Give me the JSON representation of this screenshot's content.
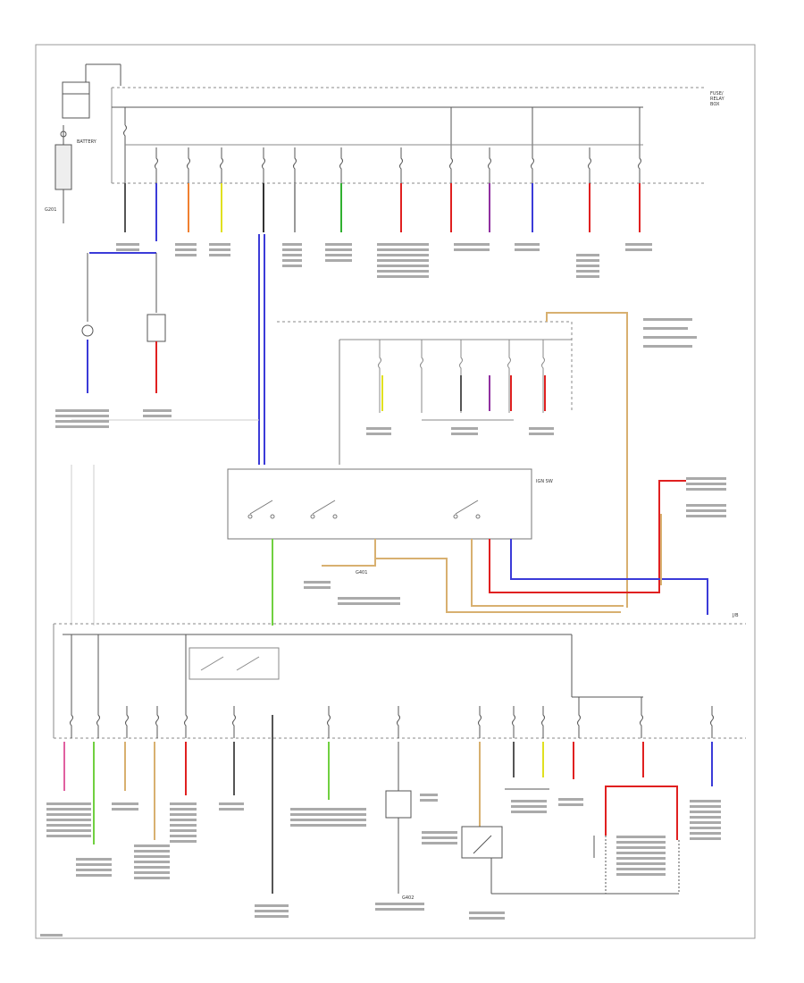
{
  "diagram": {
    "labels": {
      "gnd_main": "G201",
      "gnd_ign": "G401",
      "gnd_lr": "G402"
    },
    "legend": {
      "items": [
        "",
        "",
        "",
        ""
      ]
    },
    "colors": {
      "wire_black": "#333333",
      "wire_gray": "#999999",
      "wire_blue": "#3b3bd8",
      "wire_red": "#e02020",
      "wire_pink": "#e060a0",
      "wire_orange": "#f08030",
      "wire_yellow": "#e0e020",
      "wire_green": "#30b030",
      "wire_purple": "#9030a0",
      "wire_tan": "#d8b070",
      "wire_lime": "#70d040",
      "wire_violet": "#c080e0"
    }
  }
}
